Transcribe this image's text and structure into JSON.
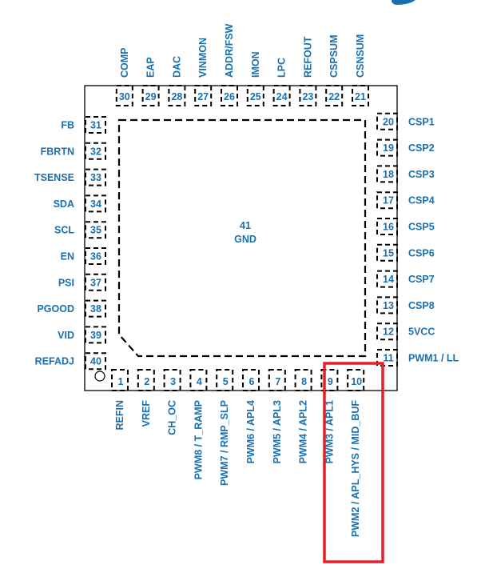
{
  "package": {
    "exposed_pad": {
      "number": "41",
      "name": "GND"
    },
    "pin1_marker": "pin-1-indicator-circle"
  },
  "pins": {
    "bottom": [
      {
        "number": "1",
        "name": "REFIN"
      },
      {
        "number": "2",
        "name": "VREF"
      },
      {
        "number": "3",
        "name": "CH_OC"
      },
      {
        "number": "4",
        "name": "PWM8 / T_RAMP"
      },
      {
        "number": "5",
        "name": "PWM7 / RMP_SLP"
      },
      {
        "number": "6",
        "name": "PWM6 / APL4"
      },
      {
        "number": "7",
        "name": "PWM5 / APL3"
      },
      {
        "number": "8",
        "name": "PWM4 / APL2"
      },
      {
        "number": "9",
        "name": "PWM3 / APL1"
      },
      {
        "number": "10",
        "name": "PWM2 / APL_HYS / MID_BUF"
      }
    ],
    "right": [
      {
        "number": "11",
        "name": "PWM1 / LL"
      },
      {
        "number": "12",
        "name": "5VCC"
      },
      {
        "number": "13",
        "name": "CSP8"
      },
      {
        "number": "14",
        "name": "CSP7"
      },
      {
        "number": "15",
        "name": "CSP6"
      },
      {
        "number": "16",
        "name": "CSP5"
      },
      {
        "number": "17",
        "name": "CSP4"
      },
      {
        "number": "18",
        "name": "CSP3"
      },
      {
        "number": "19",
        "name": "CSP2"
      },
      {
        "number": "20",
        "name": "CSP1"
      }
    ],
    "top": [
      {
        "number": "21",
        "name": "CSNSUM"
      },
      {
        "number": "22",
        "name": "CSPSUM"
      },
      {
        "number": "23",
        "name": "REFOUT"
      },
      {
        "number": "24",
        "name": "LPC"
      },
      {
        "number": "25",
        "name": "IMON"
      },
      {
        "number": "26",
        "name": "ADDR/FSW"
      },
      {
        "number": "27",
        "name": "VINMON"
      },
      {
        "number": "28",
        "name": "DAC"
      },
      {
        "number": "29",
        "name": "EAP"
      },
      {
        "number": "30",
        "name": "COMP"
      }
    ],
    "left": [
      {
        "number": "31",
        "name": "FB"
      },
      {
        "number": "32",
        "name": "FBRTN"
      },
      {
        "number": "33",
        "name": "TSENSE"
      },
      {
        "number": "34",
        "name": "SDA"
      },
      {
        "number": "35",
        "name": "SCL"
      },
      {
        "number": "36",
        "name": "EN"
      },
      {
        "number": "37",
        "name": "PSI"
      },
      {
        "number": "38",
        "name": "PGOOD"
      },
      {
        "number": "39",
        "name": "VID"
      },
      {
        "number": "40",
        "name": "REFADJ"
      }
    ]
  },
  "highlight": {
    "pins": [
      "9",
      "10"
    ],
    "color": "#e3202a"
  },
  "colors": {
    "label": "#1a6fae",
    "outline": "#000000"
  }
}
